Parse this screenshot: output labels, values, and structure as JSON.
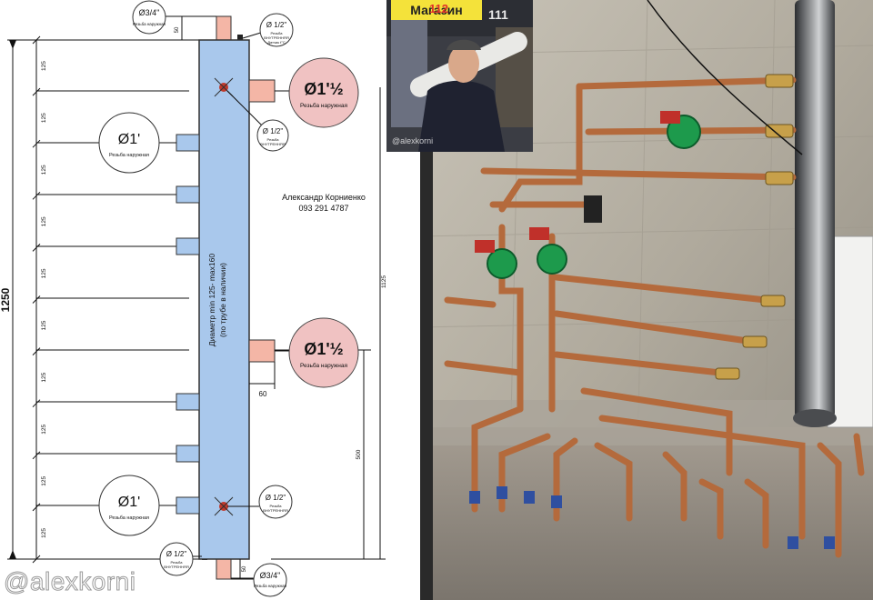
{
  "diagram": {
    "dimensions": {
      "total_height": "1250",
      "right_height": "1125",
      "bottom_span": "500",
      "nozzle_length": "60",
      "top_offset": "50",
      "bottom_offset": "50",
      "spacing": [
        "125",
        "125",
        "125",
        "125",
        "125",
        "125",
        "125",
        "125",
        "125",
        "125"
      ]
    },
    "body_text_line1": "Диаметр min 125- max160",
    "body_text_line2": "(по трубе в наличии)",
    "author_name": "Александр Корниенко",
    "author_phone": "093 291 4787",
    "callouts": {
      "top_pipe": {
        "size": "Ø3/4\"",
        "note": "Резьба наружная"
      },
      "top_sensor": {
        "size": "Ø 1/2\"",
        "note1": "Резьба",
        "note2": "ВНУТРЕННЯЯ",
        "note3": "Датчик t°C"
      },
      "upper_sensor": {
        "size": "Ø 1/2\"",
        "note1": "Резьба",
        "note2": "ВНУТРЕННЯЯ"
      },
      "right_big_upper": {
        "size": "Ø1'½",
        "note": "Резьба наружная"
      },
      "right_big_lower": {
        "size": "Ø1'½",
        "note": "Резьба наружная"
      },
      "left_upper": {
        "size": "Ø1'",
        "note": "Резьба наружная"
      },
      "left_lower": {
        "size": "Ø1'",
        "note": "Резьба наружная"
      },
      "lower_sensor": {
        "size": "Ø 1/2\"",
        "note1": "Резьба",
        "note2": "ВНУТРЕННЯЯ"
      },
      "bottom_drain": {
        "size": "Ø 1/2\"",
        "note1": "Резьба",
        "note2": "ВНУТРЕННЯЯ"
      },
      "bottom_pipe": {
        "size": "Ø3/4\"",
        "note": "Резьба наружная"
      }
    }
  },
  "photos": {
    "person_photo": {
      "shop_sign": "Магазин",
      "shop_number": "112",
      "store_number": "111",
      "watermark": "@alexkorni"
    },
    "pipes_photo": {}
  },
  "watermark": "@alexkorni"
}
